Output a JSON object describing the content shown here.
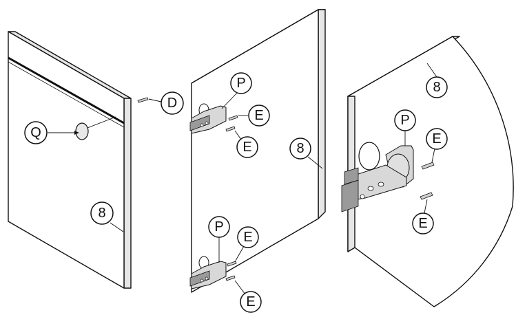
{
  "callouts": {
    "left_panel": {
      "q": "Q",
      "d": "D",
      "eight": "8"
    },
    "middle_panel": {
      "p_top": "P",
      "e_top_1": "E",
      "e_top_2": "E",
      "eight": "8",
      "p_bottom": "P",
      "e_bottom_1": "E",
      "e_bottom_2": "E"
    },
    "detail_view": {
      "p": "P",
      "e_1": "E",
      "e_2": "E",
      "eight": "8"
    }
  },
  "colors": {
    "line": "#111111",
    "edge_fill": "#e6e6e6",
    "hinge_fill": "#d8d8d8"
  }
}
